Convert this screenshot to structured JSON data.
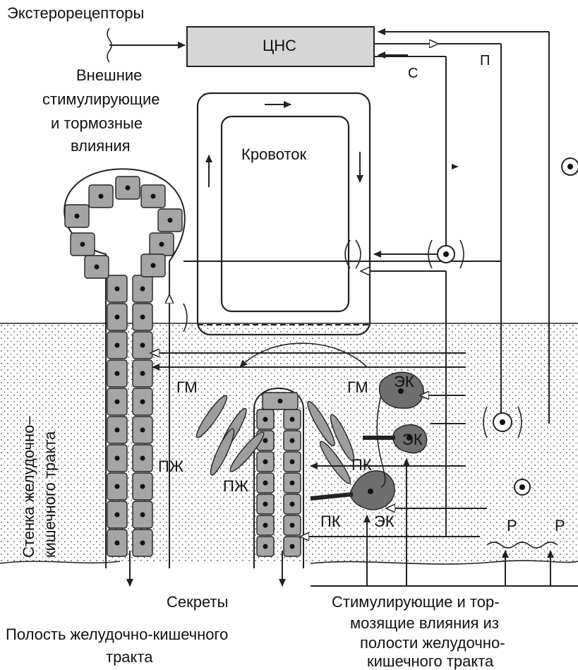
{
  "labels": {
    "exteroceptors": "Экстерорецепторы",
    "cns": "ЦНС",
    "s": "С",
    "p": "П",
    "external_line1": "Внешние",
    "external_line2": "стимулирующие",
    "external_line3": "и тормозные",
    "external_line4": "влияния",
    "bloodflow": "Кровоток",
    "gm_left": "ГМ",
    "gm_right": "ГМ",
    "ek_top": "ЭК",
    "ek_mid": "ЭК",
    "ek_bottom": "ЭК",
    "pk_top": "ПК",
    "pk_bottom": "ПК",
    "pzh_left": "ПЖ",
    "pzh_mid": "ПЖ",
    "r_left": "Р",
    "r_right": "Р",
    "wall_line1": "Стенка желудочно–",
    "wall_line2": "кишечного тракта",
    "secrets": "Секреты",
    "lumen_line1": "Полость желудочно-кишечного",
    "lumen_line2": "тракта",
    "stim_line1": "Стимулирующие и тор-",
    "stim_line2": "мозящие влияния из",
    "stim_line3": "полости желудочно-",
    "stim_line4": "кишечного тракта"
  },
  "colors": {
    "cell_fill": "#a5a5a5",
    "cns_fill": "#d6d6d6",
    "stipple": "#444444",
    "line": "#222222"
  }
}
